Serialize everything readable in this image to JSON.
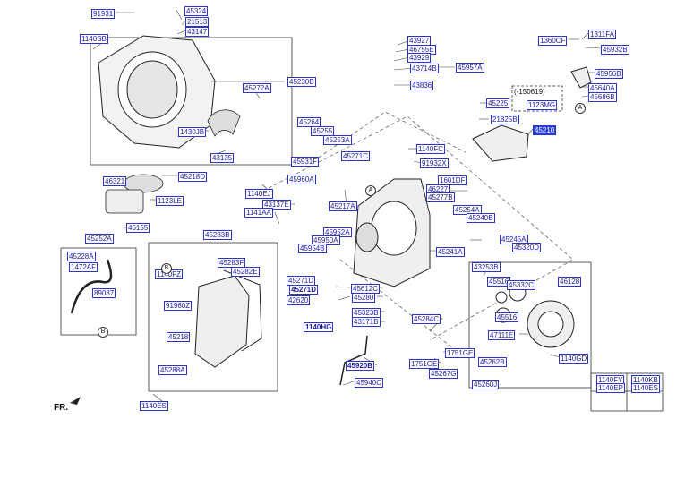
{
  "labels": {
    "l91931": "91931",
    "l45324": "45324",
    "l21513": "21513",
    "l43147": "43147",
    "l1140SB": "1140SB",
    "l45230B": "45230B",
    "l45272A": "45272A",
    "l1430JB": "1430JB",
    "l43135": "43135",
    "l45218D": "45218D",
    "l46321": "46321",
    "l1123LE": "1123LE",
    "l46155": "46155",
    "l45252A": "45252A",
    "l45228A": "45228A",
    "l1472AF": "1472AF",
    "l89087": "89087",
    "l45283B": "45283B",
    "l1140FZ": "1140FZ",
    "l45283F": "45283F",
    "l45282E": "45282E",
    "l91960Z": "91960Z",
    "l45218": "45218",
    "l45288A": "45288A",
    "l1140ES": "1140ES",
    "l43927": "43927",
    "l46755E": "46755E",
    "l43929": "43929",
    "l43714B": "43714B",
    "l45957A": "45957A",
    "l43836": "43836",
    "l150619": "(-150619)",
    "l45225": "45225",
    "l1123MG": "1123MG",
    "l21825B": "21825B",
    "l45210": "45210",
    "l1360CF": "1360CF",
    "l1311FA": "1311FA",
    "l45932B": "45932B",
    "l45956B": "45956B",
    "l45640A": "45640A",
    "l45686B": "45686B",
    "l45264": "45264",
    "l45255": "45255",
    "l45253A": "45253A",
    "l1140FC": "1140FC",
    "l45931F": "45931F",
    "l45271C": "45271C",
    "l91932X": "91932X",
    "l45960A": "45960A",
    "l1140EJ": "1140EJ",
    "l43137E": "43137E",
    "l1141AA": "1141AA",
    "l45217A": "45217A",
    "l1601DF": "1601DF",
    "l46227": "46227",
    "l45277B": "45277B",
    "l45254A": "45254A",
    "l45240B": "45240B",
    "l45952A": "45952A",
    "l45950A": "45950A",
    "l45954B": "45954B",
    "l45245A": "45245A",
    "l45320D": "45320D",
    "l45241A": "45241A",
    "l43253B": "43253B",
    "l45271D": "45271D",
    "l45271Db": "45271D",
    "l42620": "42620",
    "l45612C": "45612C",
    "l45280": "45280",
    "l45516": "45516",
    "l45332C": "45332C",
    "l46128": "46128",
    "l45323B": "45323B",
    "l43171B": "43171B",
    "l1140HG": "1140HG",
    "l45284C": "45284C",
    "l45516b": "45516",
    "l47111E": "47111E",
    "l45920B": "45920B",
    "l1751GE": "1751GE",
    "l1751GEb": "1751GE",
    "l45262B": "45262B",
    "l1140GD": "1140GD",
    "l45267G": "45267G",
    "l45940C": "45940C",
    "l45260J": "45260J",
    "l1140FY": "1140FY",
    "l1140EP": "1140EP",
    "l1140KB": "1140KB",
    "l1140ES2": "1140ES"
  },
  "callouts": {
    "A1": "A",
    "A2": "A",
    "B1": "B",
    "B2": "B"
  },
  "direction": "FR."
}
